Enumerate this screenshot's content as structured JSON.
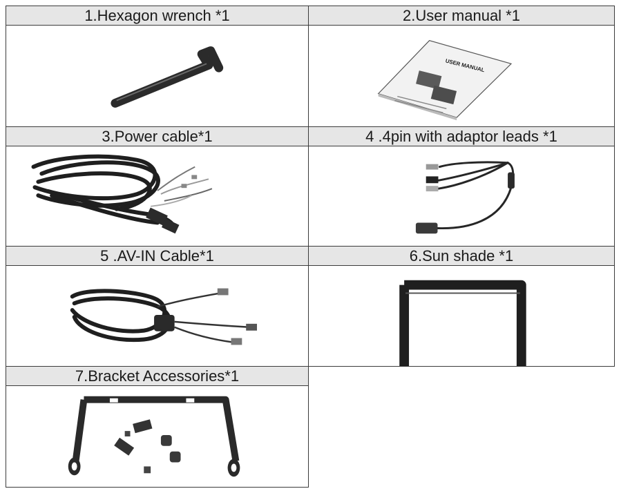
{
  "items": [
    {
      "label": "1.Hexagon wrench *1",
      "icon": "hexagon-wrench-icon"
    },
    {
      "label": "2.User manual  *1",
      "icon": "user-manual-icon",
      "manual_title": "USER MANUAL"
    },
    {
      "label": "3.Power cable*1",
      "icon": "power-cable-icon"
    },
    {
      "label": "4 .4pin with adaptor leads *1",
      "icon": "adaptor-leads-icon"
    },
    {
      "label": "5 .AV-IN Cable*1",
      "icon": "av-in-cable-icon"
    },
    {
      "label": "6.Sun shade *1",
      "icon": "sun-shade-icon"
    },
    {
      "label": "7.Bracket Accessories*1",
      "icon": "bracket-accessories-icon"
    }
  ]
}
